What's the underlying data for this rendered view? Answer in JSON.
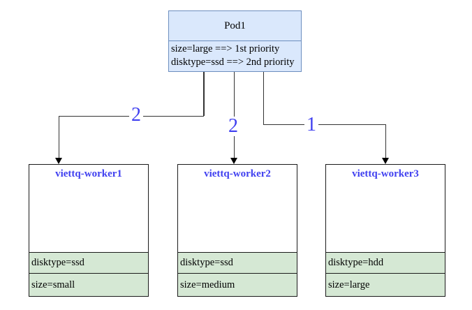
{
  "pod": {
    "title": "Pod1",
    "rules": [
      "size=large ==> 1st priority",
      "disktype=ssd ==> 2nd priority"
    ]
  },
  "workers": [
    {
      "name": "viettq-worker1",
      "attrs": [
        "disktype=ssd",
        "size=small"
      ]
    },
    {
      "name": "viettq-worker2",
      "attrs": [
        "disktype=ssd",
        "size=medium"
      ]
    },
    {
      "name": "viettq-worker3",
      "attrs": [
        "disktype=hdd",
        "size=large"
      ]
    }
  ],
  "edges": [
    {
      "from": "Pod1",
      "to": "viettq-worker1",
      "label": "2"
    },
    {
      "from": "Pod1",
      "to": "viettq-worker2",
      "label": "2"
    },
    {
      "from": "Pod1",
      "to": "viettq-worker3",
      "label": "1"
    }
  ],
  "colors": {
    "pod_fill": "#dae8fc",
    "pod_border": "#6c8ebf",
    "attr_row_fill": "#d5e8d4",
    "box_border": "#1a1a1a",
    "connector": "#333333",
    "arrowhead": "#000000",
    "accent_blue_text": "#4040f0",
    "background": "#ffffff"
  }
}
